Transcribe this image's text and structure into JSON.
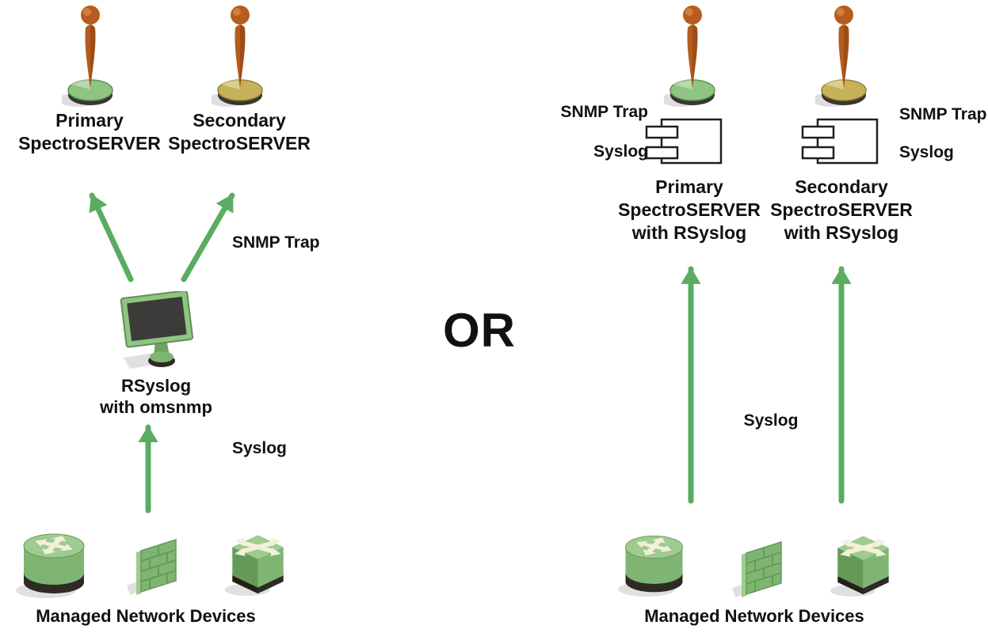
{
  "colors": {
    "arrow_green": "#5aad60",
    "disc_green": "#8fc583",
    "disc_green_rim": "#5f9155",
    "disc_yellow": "#c6b258",
    "disc_yellow_rim": "#938232",
    "pin_orange": "#b55c1e",
    "pin_orange_dark": "#8a4312",
    "device_green": "#7fb573",
    "device_green_light": "#9ecb8f",
    "device_green_dark": "#649a58",
    "device_base_dark": "#2e2a26",
    "monitor_screen": "#3b3b39",
    "component_stroke": "#1f1f1f",
    "text_color": "#111111"
  },
  "or_label": "OR",
  "left": {
    "primary_server": {
      "line1": "Primary",
      "line2": "SpectroSERVER"
    },
    "secondary_server": {
      "line1": "Secondary",
      "line2": "SpectroSERVER"
    },
    "snmp_trap_label": "SNMP Trap",
    "collector": {
      "line1": "RSyslog",
      "line2": "with omsnmp"
    },
    "syslog_label": "Syslog",
    "devices_label": "Managed Network Devices"
  },
  "right": {
    "primary_server": {
      "line1": "Primary",
      "line2": "SpectroSERVER",
      "line3": "with RSyslog",
      "snmp_trap_label": "SNMP Trap",
      "syslog_label": "Syslog"
    },
    "secondary_server": {
      "line1": "Secondary",
      "line2": "SpectroSERVER",
      "line3": "with RSyslog",
      "snmp_trap_label": "SNMP Trap",
      "syslog_label": "Syslog"
    },
    "syslog_label": "Syslog",
    "devices_label": "Managed Network Devices"
  }
}
